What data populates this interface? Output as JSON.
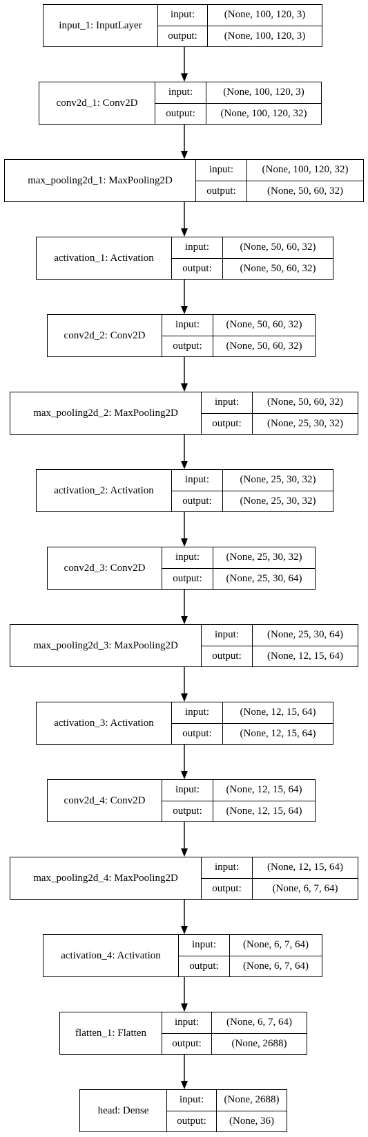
{
  "colors": {
    "stroke": "#000000",
    "background": "#ffffff"
  },
  "diagram": {
    "io_labels": {
      "input": "input:",
      "output": "output:"
    },
    "layers": [
      {
        "name": "input_1: InputLayer",
        "input": "(None, 100, 120, 3)",
        "output": "(None, 100, 120, 3)"
      },
      {
        "name": "conv2d_1: Conv2D",
        "input": "(None, 100, 120, 3)",
        "output": "(None, 100, 120, 32)"
      },
      {
        "name": "max_pooling2d_1: MaxPooling2D",
        "input": "(None, 100, 120, 32)",
        "output": "(None, 50, 60, 32)"
      },
      {
        "name": "activation_1: Activation",
        "input": "(None, 50, 60, 32)",
        "output": "(None, 50, 60, 32)"
      },
      {
        "name": "conv2d_2: Conv2D",
        "input": "(None, 50, 60, 32)",
        "output": "(None, 50, 60, 32)"
      },
      {
        "name": "max_pooling2d_2: MaxPooling2D",
        "input": "(None, 50, 60, 32)",
        "output": "(None, 25, 30, 32)"
      },
      {
        "name": "activation_2: Activation",
        "input": "(None, 25, 30, 32)",
        "output": "(None, 25, 30, 32)"
      },
      {
        "name": "conv2d_3: Conv2D",
        "input": "(None, 25, 30, 32)",
        "output": "(None, 25, 30, 64)"
      },
      {
        "name": "max_pooling2d_3: MaxPooling2D",
        "input": "(None, 25, 30, 64)",
        "output": "(None, 12, 15, 64)"
      },
      {
        "name": "activation_3: Activation",
        "input": "(None, 12, 15, 64)",
        "output": "(None, 12, 15, 64)"
      },
      {
        "name": "conv2d_4: Conv2D",
        "input": "(None, 12, 15, 64)",
        "output": "(None, 12, 15, 64)"
      },
      {
        "name": "max_pooling2d_4: MaxPooling2D",
        "input": "(None, 12, 15, 64)",
        "output": "(None, 6, 7, 64)"
      },
      {
        "name": "activation_4: Activation",
        "input": "(None, 6, 7, 64)",
        "output": "(None, 6, 7, 64)"
      },
      {
        "name": "flatten_1: Flatten",
        "input": "(None, 6, 7, 64)",
        "output": "(None, 2688)"
      },
      {
        "name": "head: Dense",
        "input": "(None, 2688)",
        "output": "(None, 36)"
      }
    ]
  }
}
